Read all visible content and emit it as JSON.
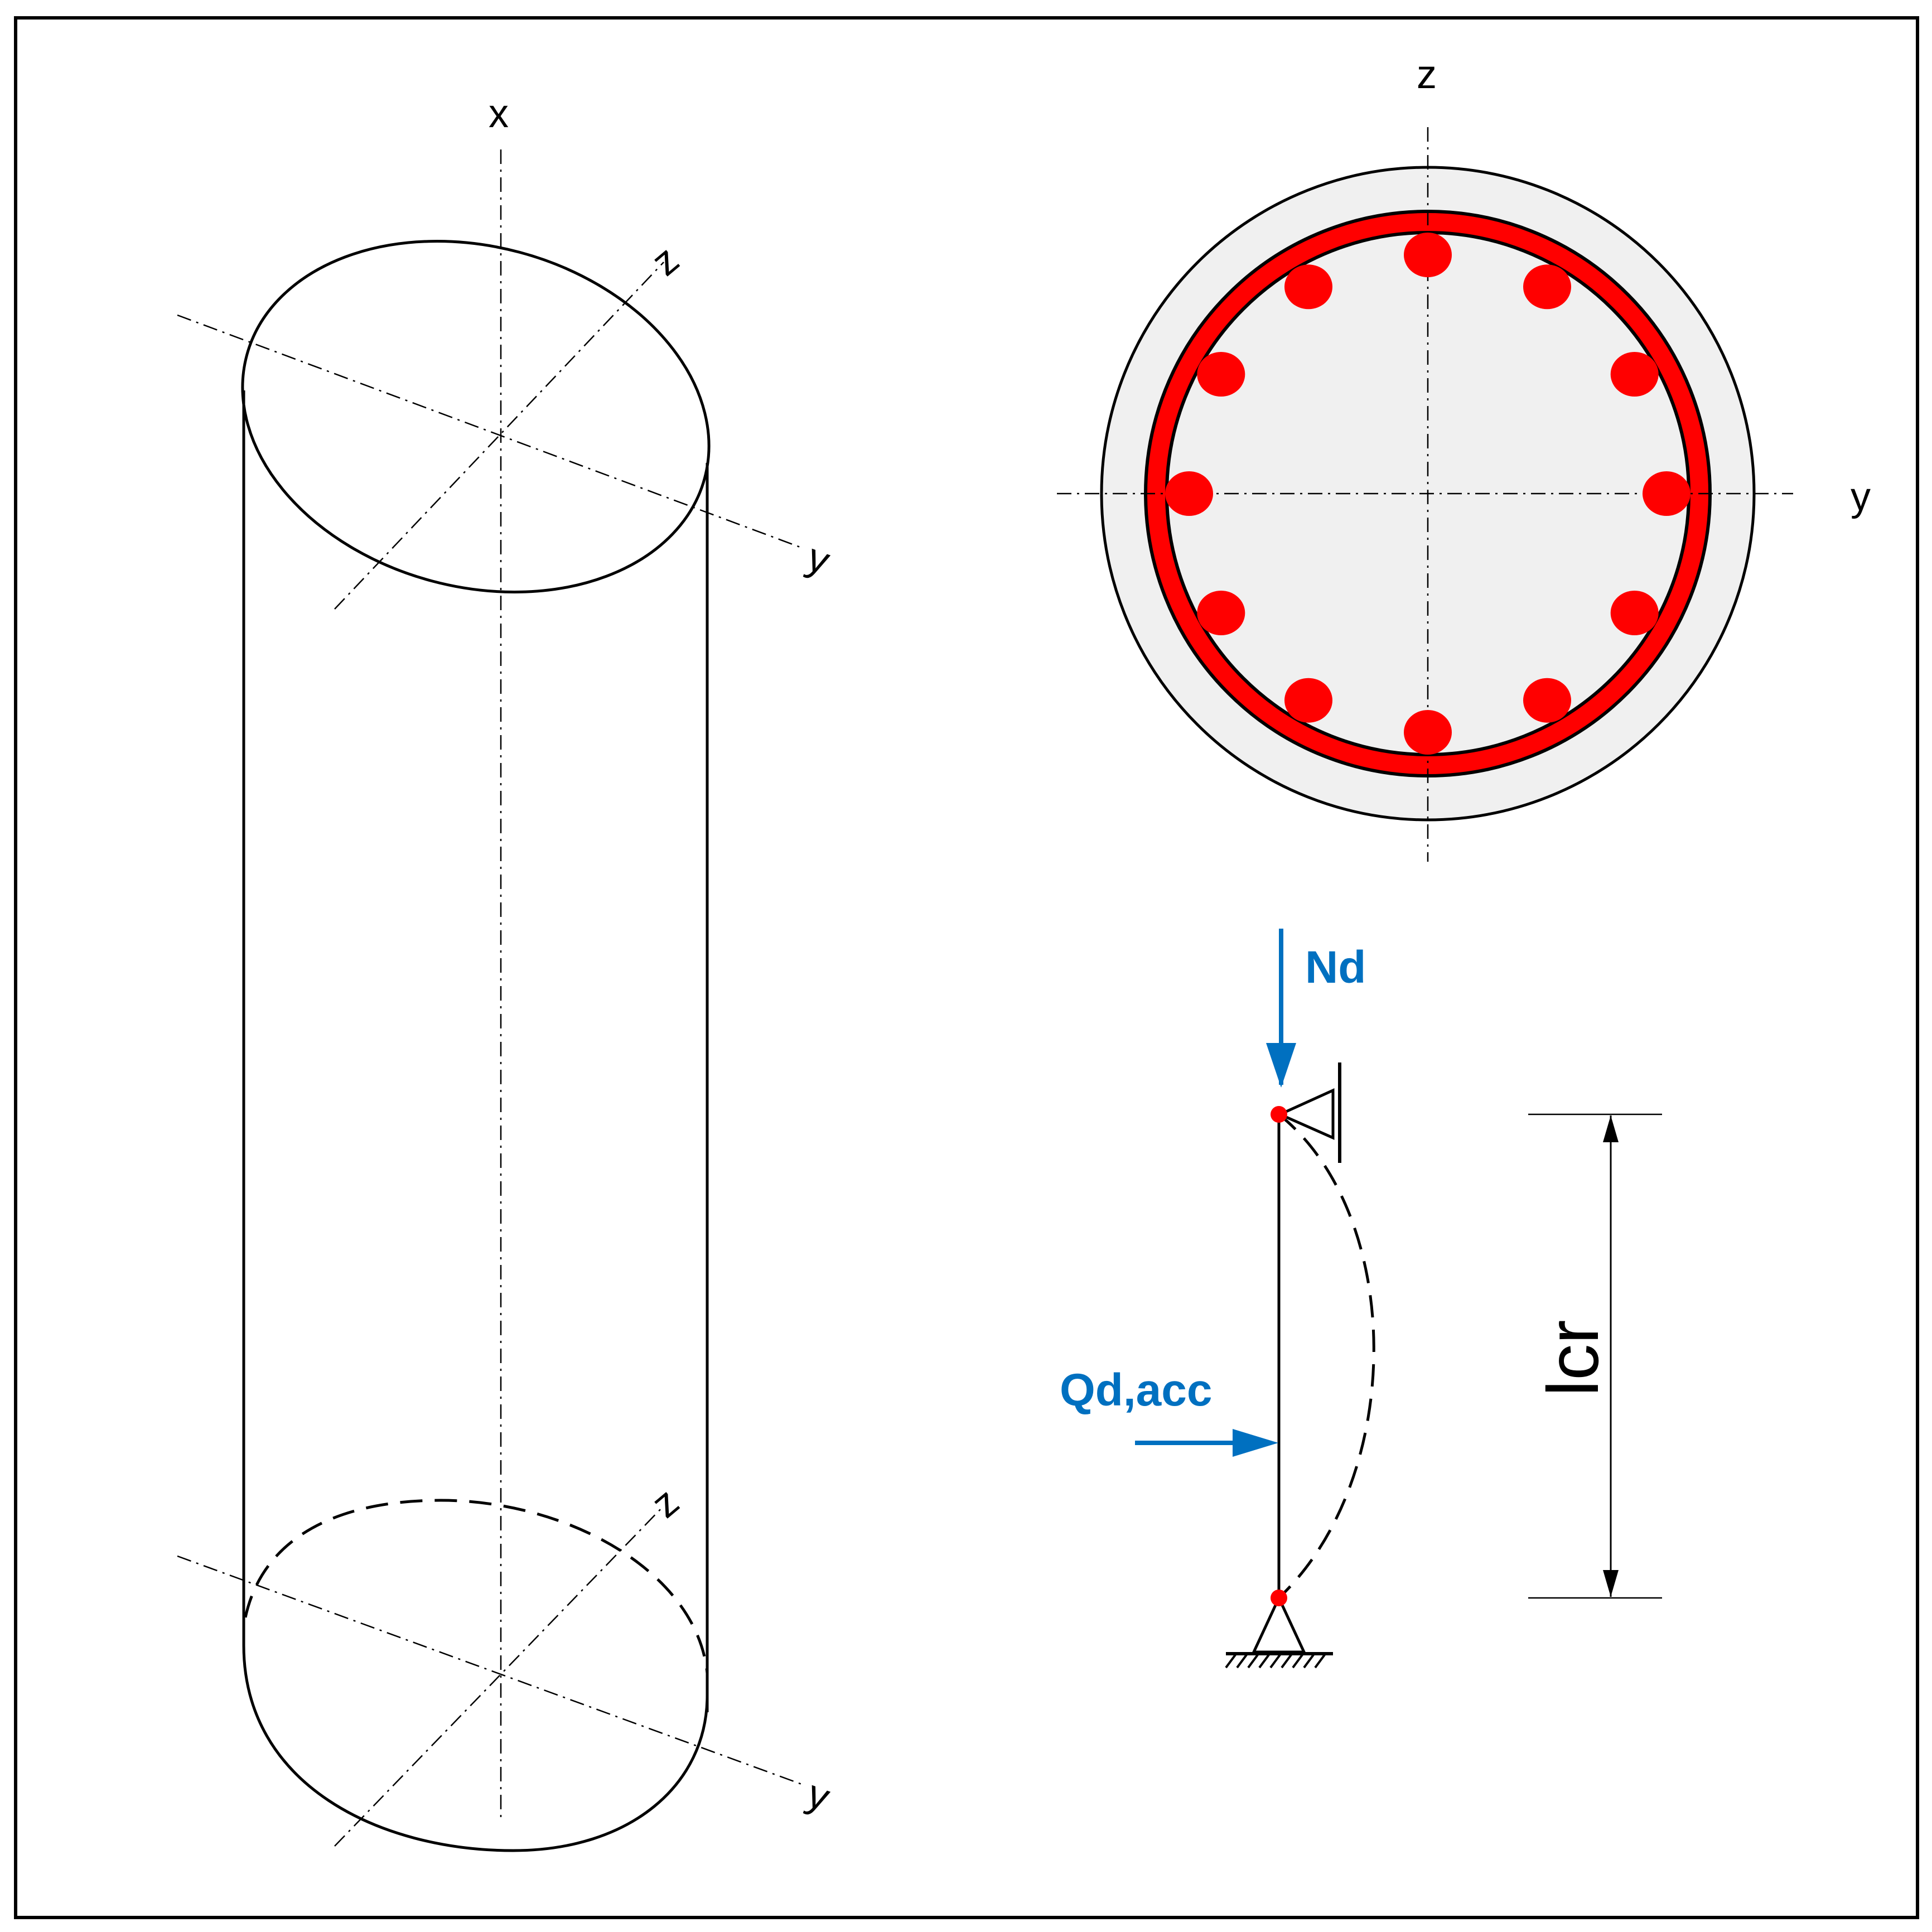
{
  "colors": {
    "outline": "#000000",
    "rebar": "#ff0000",
    "section_fill": "#f0f0f0",
    "load": "#0070c0",
    "background": "#ffffff"
  },
  "isometric_column": {
    "top_axis_labels": {
      "x": "x",
      "z": "z",
      "y": "y"
    },
    "bottom_axis_labels": {
      "z": "z",
      "y": "y"
    }
  },
  "cross_section": {
    "axis_labels": {
      "z": "z",
      "y": "y"
    },
    "rebar_count": 12,
    "has_spiral": true
  },
  "static_scheme": {
    "axial_load_label": "Nd",
    "lateral_load_label": "Qd,acc",
    "length_label": "lcr"
  }
}
